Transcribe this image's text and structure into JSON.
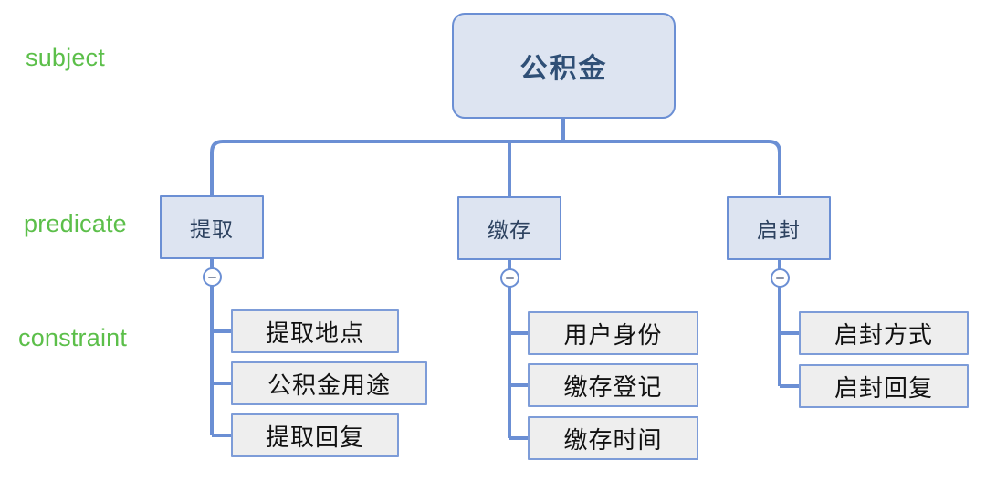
{
  "diagram": {
    "title_root": "公积金",
    "accent_wire": "#6b8fd4",
    "label_color": "#5cbf4a",
    "node_fill": "#dde4f1",
    "constraint_fill": "#eeeeee",
    "row_labels": [
      {
        "id": "subject",
        "text": "subject"
      },
      {
        "id": "predicate",
        "text": "predicate"
      },
      {
        "id": "constraint",
        "text": "constraint"
      }
    ],
    "root": {
      "label": "公积金"
    },
    "branches": [
      {
        "id": "branch-extract",
        "predicate": "提取",
        "toggle_state": "expanded",
        "toggle_glyph": "minus",
        "constraints": [
          "提取地点",
          "公积金用途",
          "提取回复"
        ]
      },
      {
        "id": "branch-deposit",
        "predicate": "缴存",
        "toggle_state": "expanded",
        "toggle_glyph": "minus",
        "constraints": [
          "用户身份",
          "缴存登记",
          "缴存时间"
        ]
      },
      {
        "id": "branch-unseal",
        "predicate": "启封",
        "toggle_state": "expanded",
        "toggle_glyph": "minus",
        "constraints": [
          "启封方式",
          "启封回复"
        ]
      }
    ]
  }
}
